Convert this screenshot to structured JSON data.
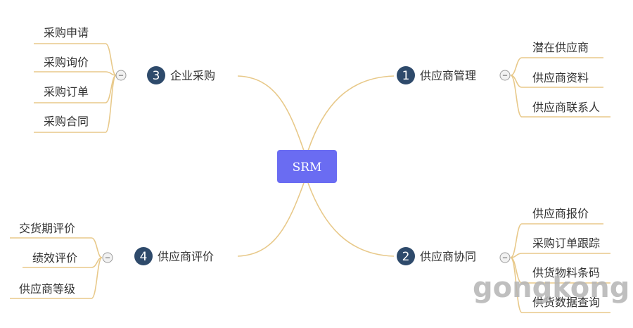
{
  "center": {
    "label": "SRM"
  },
  "branches": [
    {
      "id": "b1",
      "number": "1",
      "label": "供应商管理",
      "items": [
        "潜在供应商",
        "供应商资料",
        "供应商联系人"
      ]
    },
    {
      "id": "b2",
      "number": "2",
      "label": "供应商协同",
      "items": [
        "供应商报价",
        "采购订单跟踪",
        "供货物料条码",
        "供货数据查询"
      ]
    },
    {
      "id": "b3",
      "number": "3",
      "label": "企业采购",
      "items": [
        "采购申请",
        "采购询价",
        "采购订单",
        "采购合同"
      ]
    },
    {
      "id": "b4",
      "number": "4",
      "label": "供应商评价",
      "items": [
        "交货期评价",
        "绩效评价",
        "供应商等级"
      ]
    }
  ],
  "collapse_symbol": "−",
  "watermark": "gongkong",
  "colors": {
    "center_fill": "#6a6cf2",
    "number_fill": "#2e4a6b",
    "connector": "#e8c98a",
    "collapse_border": "#9a9a9a"
  }
}
